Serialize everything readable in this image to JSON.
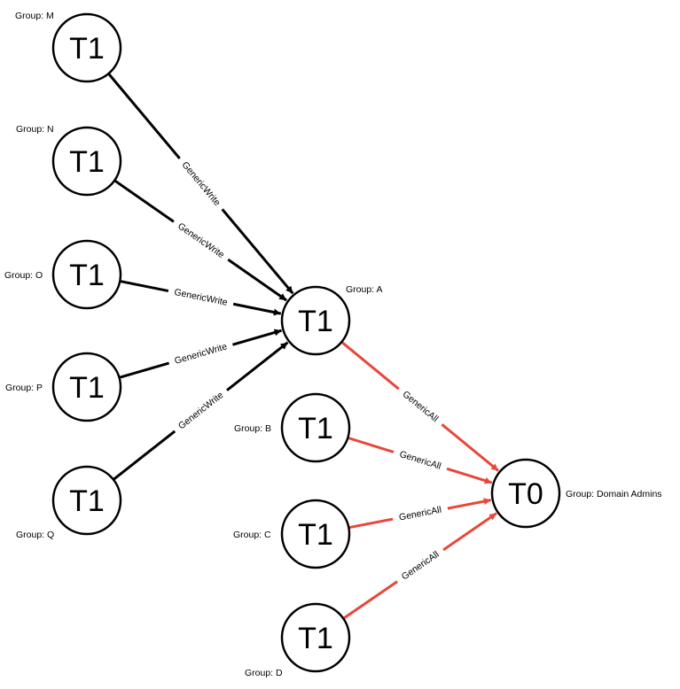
{
  "colors": {
    "black_edge": "#000000",
    "red_edge": "#e8473a"
  },
  "nodes": [
    {
      "id": "M",
      "label": "T1",
      "group": "Group: M"
    },
    {
      "id": "N",
      "label": "T1",
      "group": "Group: N"
    },
    {
      "id": "O",
      "label": "T1",
      "group": "Group: O"
    },
    {
      "id": "P",
      "label": "T1",
      "group": "Group: P"
    },
    {
      "id": "Q",
      "label": "T1",
      "group": "Group: Q"
    },
    {
      "id": "A",
      "label": "T1",
      "group": "Group: A"
    },
    {
      "id": "B",
      "label": "T1",
      "group": "Group: B"
    },
    {
      "id": "C",
      "label": "T1",
      "group": "Group: C"
    },
    {
      "id": "D",
      "label": "T1",
      "group": "Group: D"
    },
    {
      "id": "DA",
      "label": "T0",
      "group": "Group: Domain Admins"
    }
  ],
  "edges": [
    {
      "from": "M",
      "to": "A",
      "label": "GenericWrite",
      "color": "black"
    },
    {
      "from": "N",
      "to": "A",
      "label": "GenericWrite",
      "color": "black"
    },
    {
      "from": "O",
      "to": "A",
      "label": "GenericWrite",
      "color": "black"
    },
    {
      "from": "P",
      "to": "A",
      "label": "GenericWrite",
      "color": "black"
    },
    {
      "from": "Q",
      "to": "A",
      "label": "GenericWrite",
      "color": "black"
    },
    {
      "from": "A",
      "to": "DA",
      "label": "GenericAll",
      "color": "red"
    },
    {
      "from": "B",
      "to": "DA",
      "label": "GenericAll",
      "color": "red"
    },
    {
      "from": "C",
      "to": "DA",
      "label": "GenericAll",
      "color": "red"
    },
    {
      "from": "D",
      "to": "DA",
      "label": "GenericAll",
      "color": "red"
    }
  ]
}
